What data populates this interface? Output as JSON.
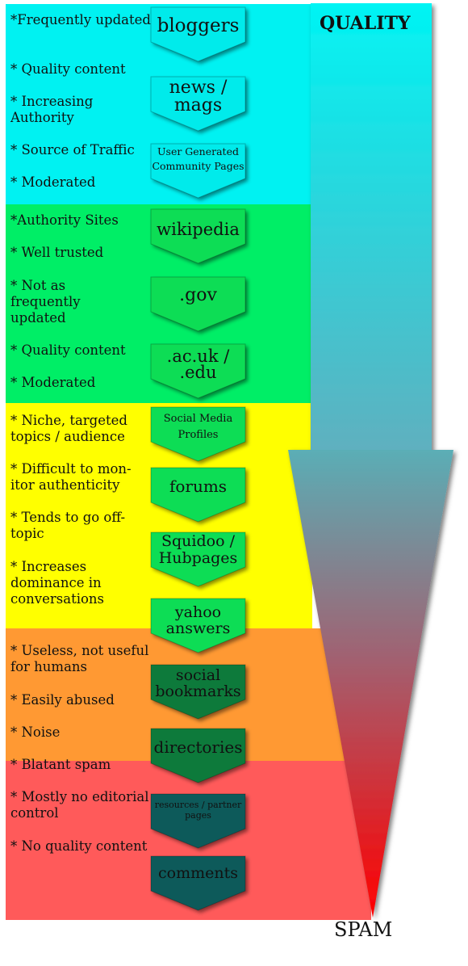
{
  "titles": {
    "top": "QUALITY",
    "bottom": "SPAM"
  },
  "colors": {
    "cyan": "#00f2f2",
    "green": "#00ee66",
    "yellow": "#ffff00",
    "orange": "#ff9933",
    "red": "#ff5a5a",
    "chev_cyan": "#00ebeb",
    "chev_green": "#10dd55",
    "chev_dark_green": "#117a3a",
    "chev_teal": "#0f5a5a"
  },
  "tiers": [
    {
      "name": "cyan",
      "notes": [
        "*Frequently updated",
        "* Quality content",
        "* Increasing Authority",
        "* Source of Traffic",
        "* Moderated"
      ]
    },
    {
      "name": "green",
      "notes": [
        "*Authority Sites",
        "* Well trusted",
        "* Not as frequently updated",
        "* Quality content",
        "* Moderated"
      ]
    },
    {
      "name": "yellow",
      "notes": [
        "* Niche, targeted topics / audience",
        "* Difficult to mon-itor authenticity",
        "* Tends to go off-topic",
        "* Increases dominance in conversations"
      ]
    },
    {
      "name": "orange",
      "notes": [
        "* Useless, not useful for humans",
        "* Easily abused",
        "* Noise"
      ]
    },
    {
      "name": "red",
      "notes": [
        "* Blatant spam",
        "* Mostly no editorial control",
        "* No quality content"
      ]
    }
  ],
  "sources": [
    "bloggers",
    "news / mags",
    "User Generated Community Pages",
    "wikipedia",
    ".gov",
    ".ac.uk / .edu",
    "Social Media Profiles",
    "forums",
    "Squidoo / Hubpages",
    "yahoo answers",
    "social bookmarks",
    "directories",
    "resources / partner pages",
    "comments"
  ]
}
